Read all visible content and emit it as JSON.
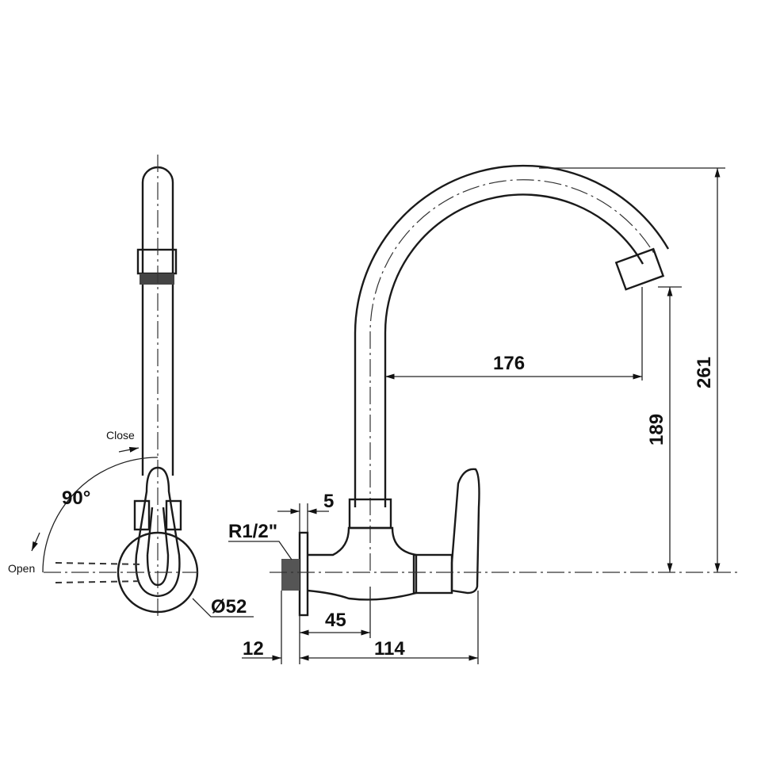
{
  "side_view": {
    "labels": {
      "close": "Close",
      "open": "Open",
      "angle": "90°",
      "diameter": "Ø52"
    }
  },
  "front_view": {
    "dimensions": {
      "spout_reach": "176",
      "outlet_height": "189",
      "total_height": "261",
      "flange": "5",
      "thread": "R1/2\"",
      "body_to_spout": "45",
      "thread_length": "12",
      "body_length": "114"
    }
  }
}
